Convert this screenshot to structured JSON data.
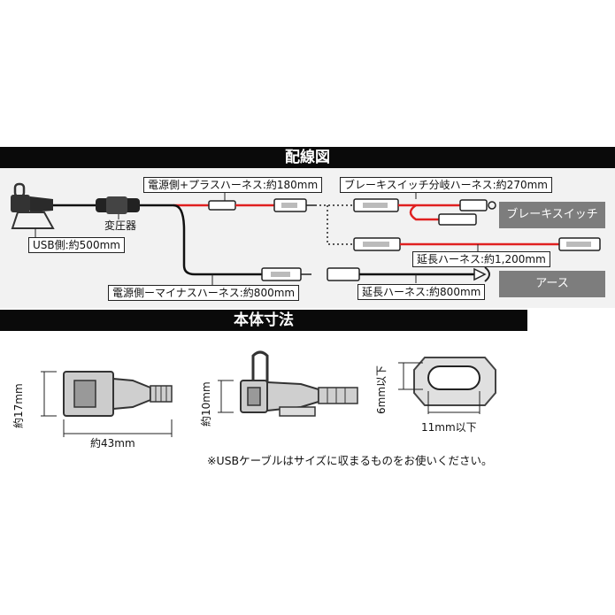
{
  "headings": {
    "wiring": "配線図",
    "dimensions": "本体寸法"
  },
  "wiring_labels": {
    "plus_harness": "電源側+プラスハーネス:約180mm",
    "transformer": "変圧器",
    "usb_side": "USB側:約500mm",
    "minus_harness": "電源側ーマイナスハーネス:約800mm",
    "brake_branch_harness": "ブレーキスイッチ分岐ハーネス:約270mm",
    "brake_switch": "ブレーキスイッチ",
    "extension_1200": "延長ハーネス:約1,200mm",
    "earth": "アース",
    "extension_800": "延長ハーネス:約800mm"
  },
  "dimension_labels": {
    "height_17": "約17mm",
    "length_43": "約43mm",
    "height_10": "約10mm",
    "port_6": "6mm以下",
    "port_11": "11mm以下"
  },
  "note": "※USBケーブルはサイズに収まるものをお使いください。",
  "colors": {
    "band": "#0a0a0a",
    "panel": "#f2f2f2",
    "red_wire": "#e02020",
    "black_wire": "#111111",
    "gray_box": "#7d7d7d"
  }
}
